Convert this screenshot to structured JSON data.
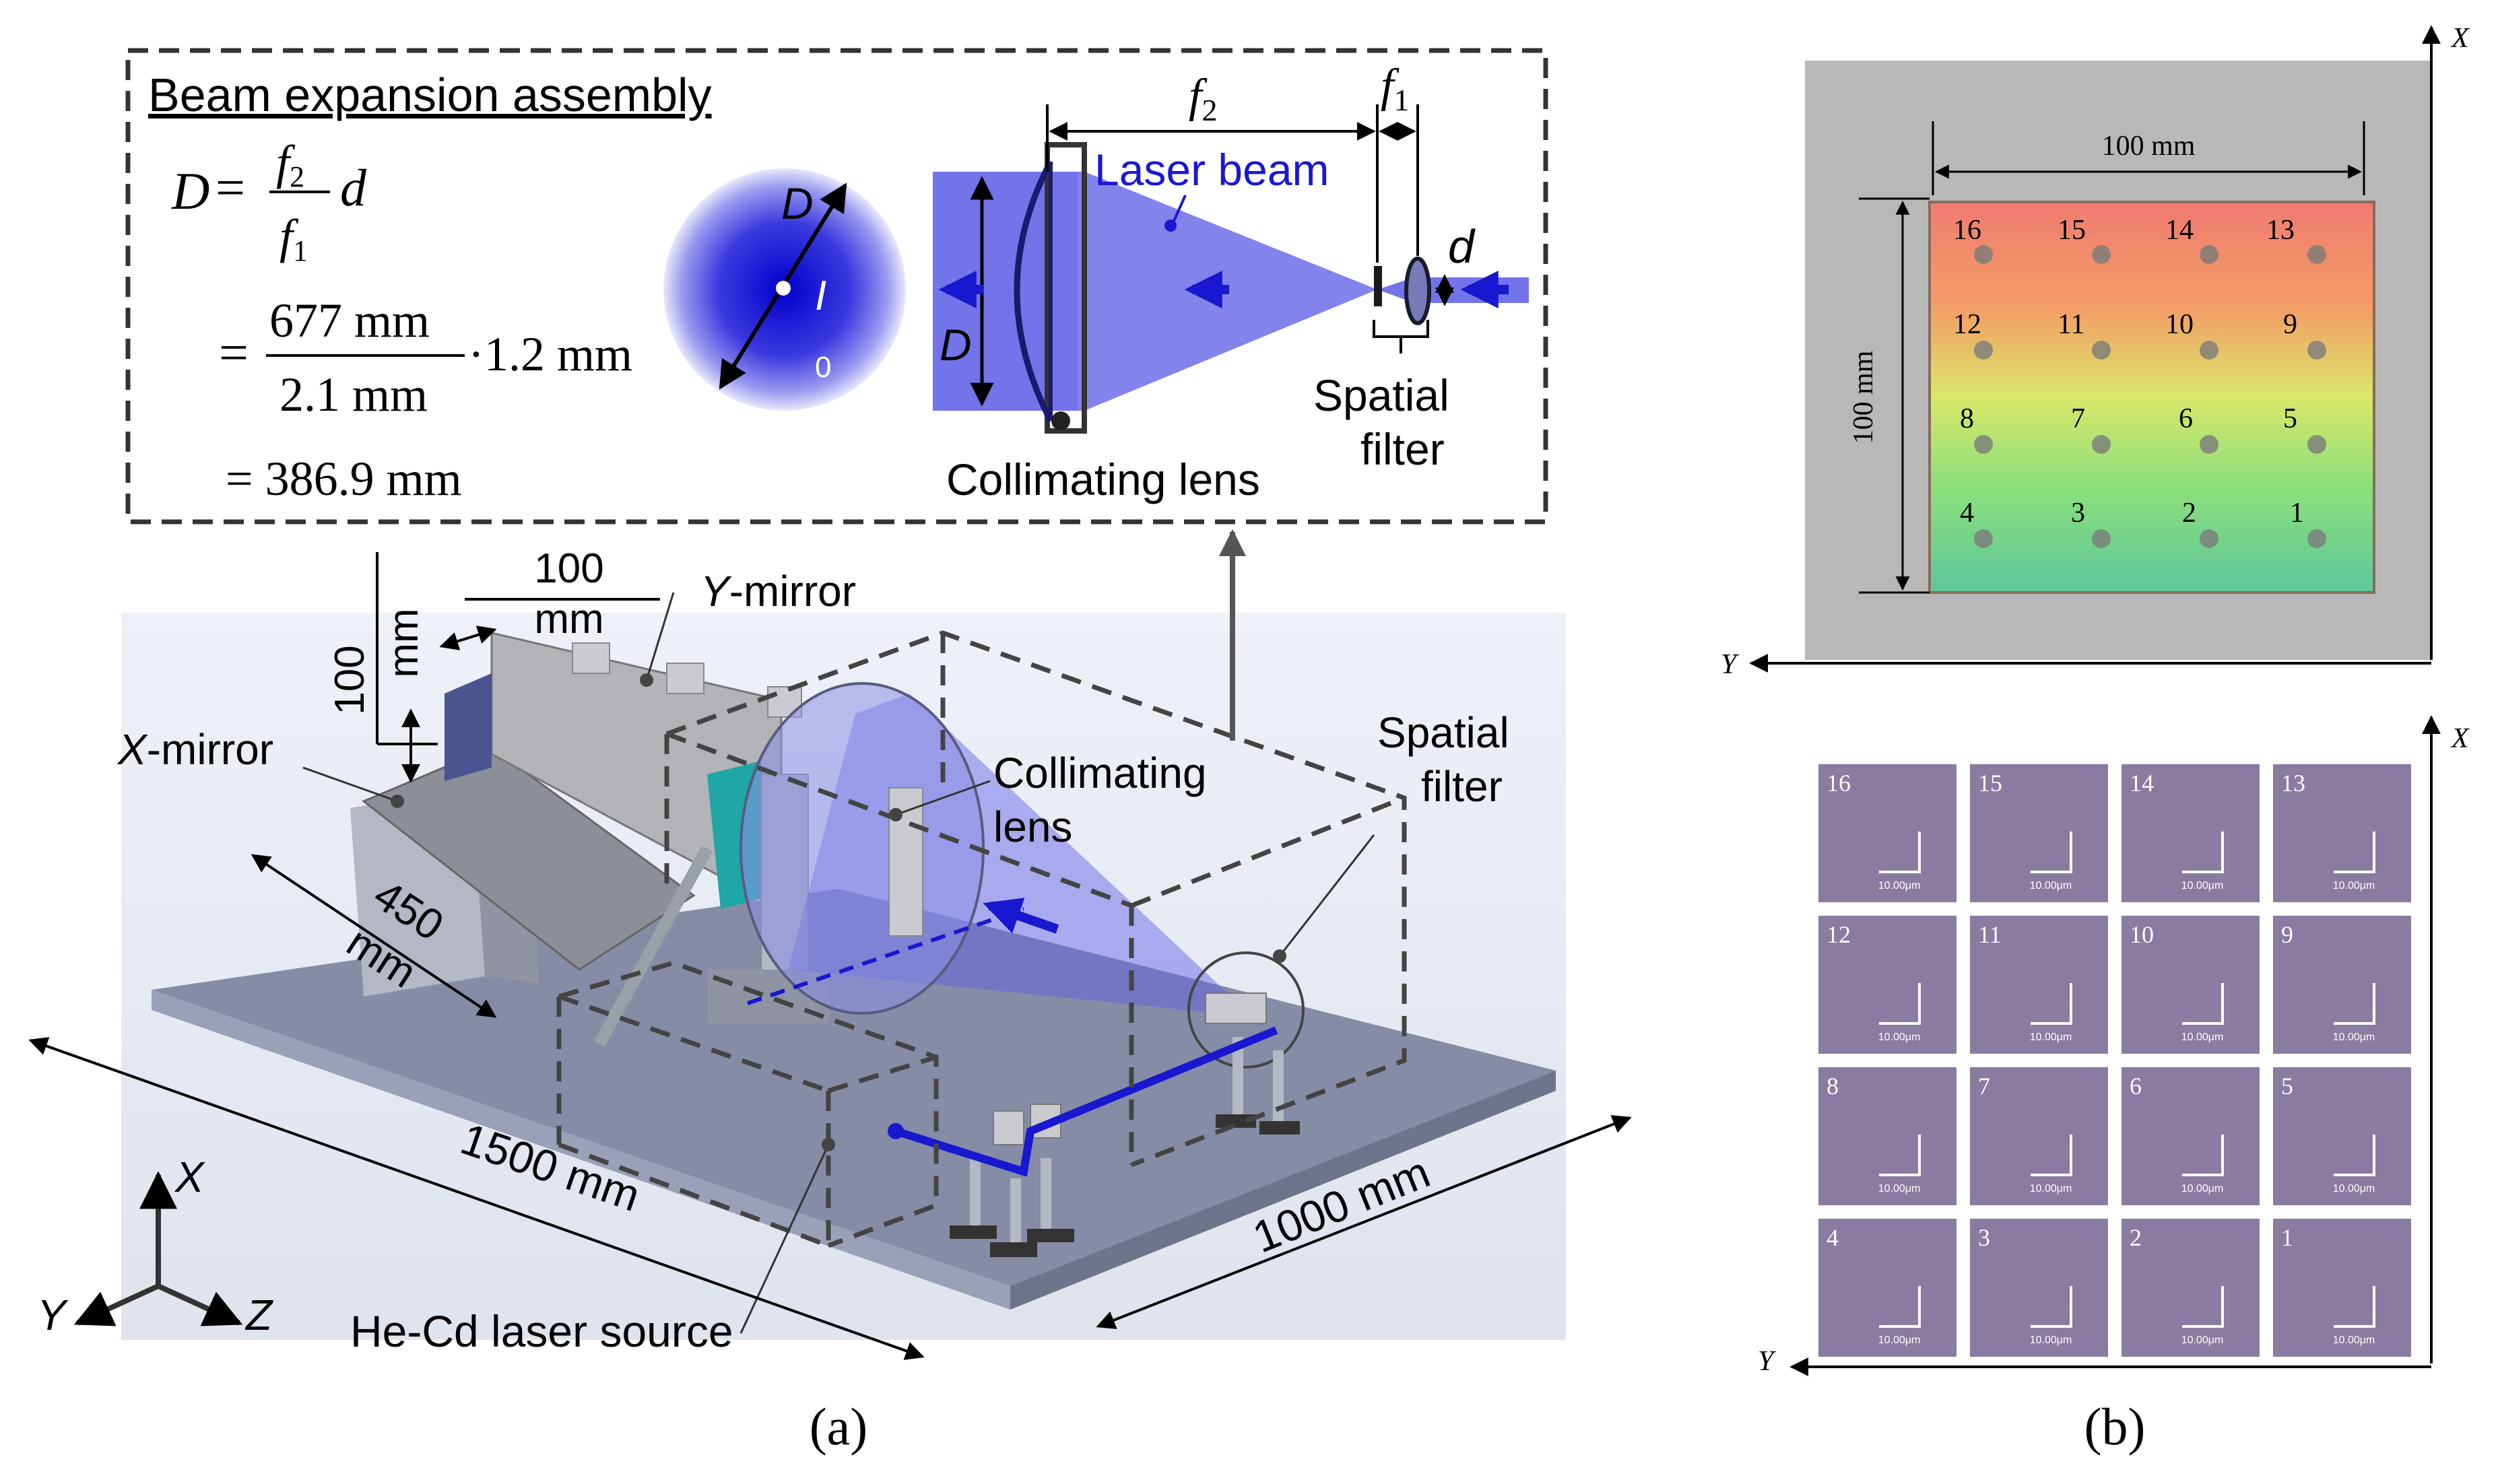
{
  "colors": {
    "beam_blue": "#5a5ae6",
    "arrow_blue": "#1818d0",
    "dashed_box": "#444444",
    "bench_plate": "#8a8fa8",
    "photo_bg": "#b8b8b8",
    "micro_tile": "#8a7ba0"
  },
  "panel_a": {
    "caption": "(a)",
    "inset": {
      "title": "Beam expansion assembly",
      "eq_D": "D",
      "eq_equals": "=",
      "eq_num_f2": "f",
      "eq_num_f2_sub": "2",
      "eq_den_f1": "f",
      "eq_den_f1_sub": "1",
      "eq_d": "d",
      "eq_line2_num": "677 mm",
      "eq_line2_den": "2.1 mm",
      "eq_line2_mult": "·1.2 mm",
      "eq_line3": "= 386.9 mm",
      "circle_D": "D",
      "circle_I": "I",
      "circle_0": "0",
      "label_f2": "f",
      "label_f2_sub": "2",
      "label_f1": "f",
      "label_f1_sub": "1",
      "label_d": "d",
      "label_D": "D",
      "laser_beam": "Laser beam",
      "spatial_filter_1": "Spatial",
      "spatial_filter_2": "filter",
      "collimating_lens": "Collimating lens"
    },
    "setup": {
      "dim_100_vertical_1": "100",
      "dim_100_vertical_2": "mm",
      "dim_100_horizontal_1": "100",
      "dim_100_horizontal_2": "mm",
      "y_mirror_italic": "Y",
      "y_mirror_rest": "-mirror",
      "x_mirror_italic": "X",
      "x_mirror_rest": "-mirror",
      "dim_450_1": "450",
      "dim_450_2": "mm",
      "collimating_1": "Collimating",
      "collimating_2": "lens",
      "spatial_1": "Spatial",
      "spatial_2": "filter",
      "dim_1500": "1500 mm",
      "dim_1000": "1000 mm",
      "laser_source": "He-Cd laser source",
      "axis_x": "X",
      "axis_y": "Y",
      "axis_z": "Z"
    }
  },
  "panel_b": {
    "caption": "(b)",
    "photo": {
      "axis_x": "X",
      "axis_y": "Y",
      "width_label": "100 mm",
      "height_label": "100 mm",
      "grid_rows": [
        [
          "16",
          "15",
          "14",
          "13"
        ],
        [
          "12",
          "11",
          "10",
          "9"
        ],
        [
          "8",
          "7",
          "6",
          "5"
        ],
        [
          "4",
          "3",
          "2",
          "1"
        ]
      ]
    },
    "micro": {
      "axis_x": "X",
      "axis_y": "Y",
      "scale_label": "10.00μm",
      "grid_rows": [
        [
          "16",
          "15",
          "14",
          "13"
        ],
        [
          "12",
          "11",
          "10",
          "9"
        ],
        [
          "8",
          "7",
          "6",
          "5"
        ],
        [
          "4",
          "3",
          "2",
          "1"
        ]
      ]
    }
  }
}
